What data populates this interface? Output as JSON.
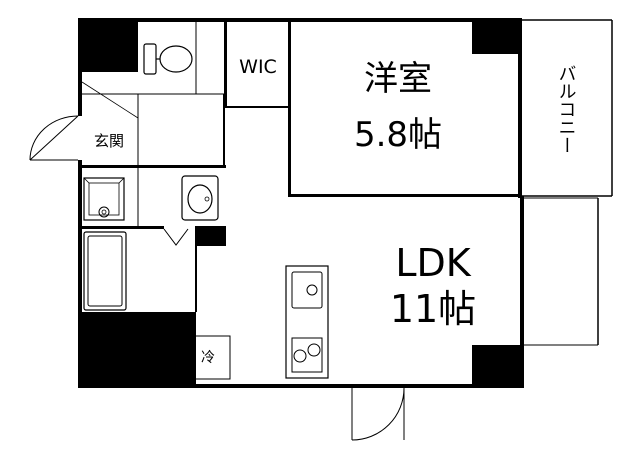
{
  "rooms": {
    "western_room": {
      "name": "洋室",
      "size": "5.8帖"
    },
    "ldk": {
      "name": "LDK",
      "size": "11帖"
    },
    "wic": {
      "name": "WIC"
    },
    "entrance": {
      "name": "玄関"
    },
    "balcony": {
      "name": "バルコニー"
    },
    "fridge": {
      "name": "冷"
    }
  }
}
